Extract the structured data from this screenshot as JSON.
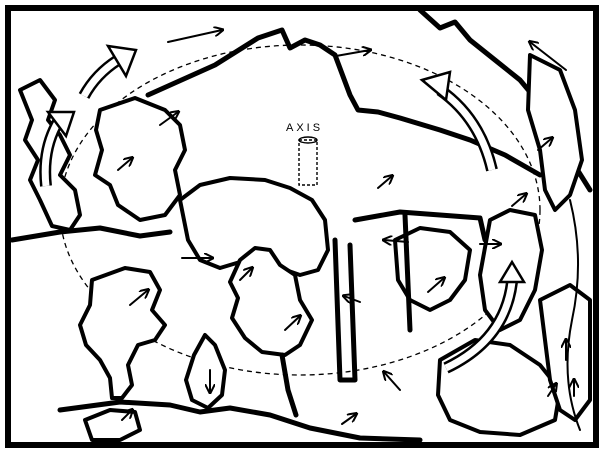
{
  "diagram": {
    "axis_label": "AXIS"
  },
  "colors": {
    "ink": "#000000",
    "paper": "#ffffff"
  },
  "icons": [
    "rotation-arrow",
    "motion-arrow"
  ]
}
